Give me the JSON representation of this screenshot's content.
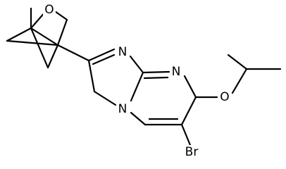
{
  "structure": {
    "atoms": {
      "o_ring": "O",
      "n_bridge": "N",
      "n_ring5": "N",
      "n_ring6": "N",
      "o_ether": "O",
      "br": "Br"
    }
  },
  "colors": {
    "bond": "#000000",
    "background": "#ffffff"
  }
}
